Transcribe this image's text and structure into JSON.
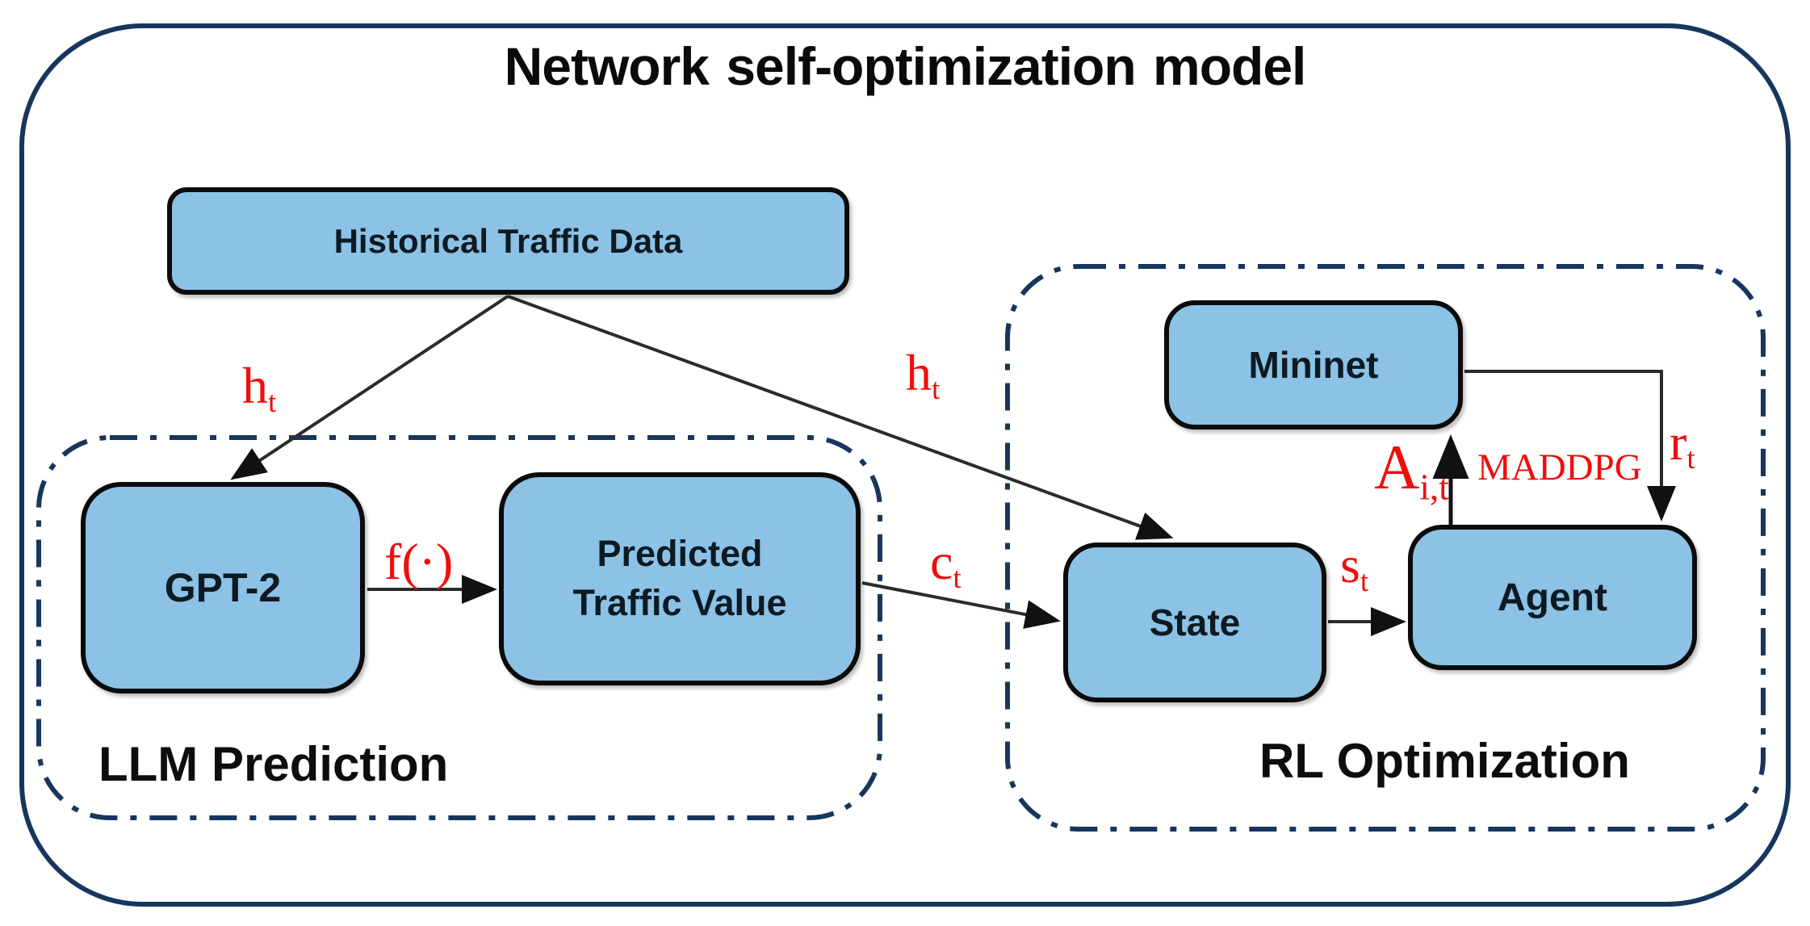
{
  "title": "Network self-optimization model",
  "colors": {
    "box_fill": "#8BC2E6",
    "box_border": "#0b0b0b",
    "container_border": "#17365D",
    "red_label": "#F20D0D",
    "connector": "#2b2b2b"
  },
  "boxes": {
    "historical": {
      "label": "Historical Traffic Data"
    },
    "gpt2": {
      "label": "GPT-2"
    },
    "predicted": {
      "label": "Predicted Traffic Value"
    },
    "mininet": {
      "label": "Mininet"
    },
    "state": {
      "label": "State"
    },
    "agent": {
      "label": "Agent"
    }
  },
  "sections": {
    "llm": {
      "label": "LLM Prediction"
    },
    "rl": {
      "label": "RL Optimization"
    }
  },
  "edge_labels": {
    "ht_left": {
      "main": "h",
      "sub": "t"
    },
    "ht_right": {
      "main": "h",
      "sub": "t"
    },
    "f": {
      "main": "f(·)",
      "sub": ""
    },
    "ct": {
      "main": "c",
      "sub": "t"
    },
    "st": {
      "main": "s",
      "sub": "t"
    },
    "ait": {
      "main": "A",
      "sub": "i,t"
    },
    "maddpg": {
      "main": "MADDPG",
      "sub": ""
    },
    "rt": {
      "main": "r",
      "sub": "t"
    }
  }
}
